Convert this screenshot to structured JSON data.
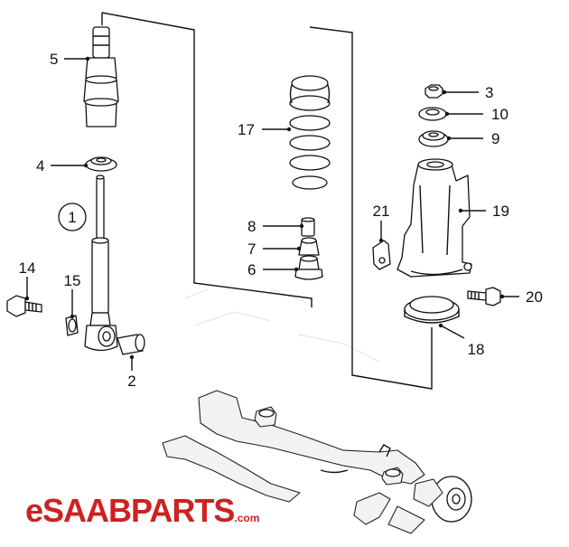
{
  "parts": {
    "p1": "1",
    "p2": "2",
    "p3": "3",
    "p4": "4",
    "p5": "5",
    "p6": "6",
    "p7": "7",
    "p8": "8",
    "p9": "9",
    "p10": "10",
    "p14": "14",
    "p15": "15",
    "p17": "17",
    "p18": "18",
    "p19": "19",
    "p20": "20",
    "p21": "21"
  },
  "logo": {
    "prefix": "e",
    "brand": "SAABPARTS",
    "domain": ".com",
    "color": "#cc2222"
  }
}
